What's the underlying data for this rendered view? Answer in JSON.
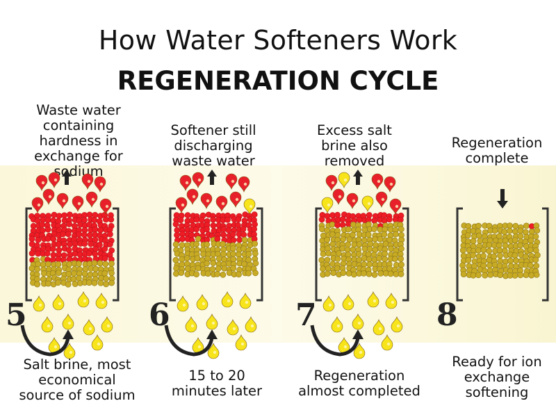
{
  "title": "How Water Softeners Work",
  "subtitle": "REGENERATION CYCLE",
  "colors": {
    "hard": "#ee1c25",
    "sodium": "#c8ab24",
    "brine_drop": "#f7e41a",
    "waste_drop": "#e8202a"
  },
  "stages": [
    {
      "number": "5",
      "top_label": "Waste water\ncontaining\nhardness in\nexchange for\nsodium",
      "bottom_label": "Salt brine, most\neconomical\nsource of sodium",
      "hard_fraction": 0.68,
      "inflow": true
    },
    {
      "number": "6",
      "top_label": "Softener still\ndischarging\nwaste water",
      "bottom_label": "15 to 20\nminutes later",
      "hard_fraction": 0.45,
      "inflow": true
    },
    {
      "number": "7",
      "top_label": "Excess salt\nbrine also\nremoved",
      "bottom_label": "Regeneration\nalmost completed",
      "hard_fraction": 0.18,
      "inflow": true
    },
    {
      "number": "8",
      "top_label": "Regeneration\ncomplete",
      "bottom_label": "Ready for ion\nexchange\nsoftening",
      "hard_fraction": 0,
      "inflow": false
    }
  ]
}
